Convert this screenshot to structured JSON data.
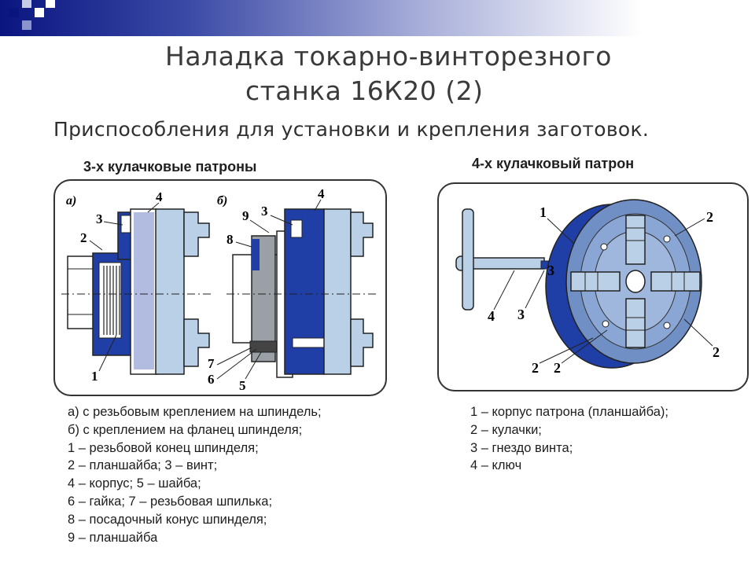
{
  "title": {
    "line1": "Наладка токарно-винторезного",
    "line2": "станка 16К20 (2)"
  },
  "subtitle": "Приспособления для установки и крепления заготовок.",
  "left_section": {
    "heading": "3-х кулачковые патроны",
    "fig_a_label": "а)",
    "fig_b_label": "б)",
    "callouts": {
      "a1": "1",
      "a2": "2",
      "a3": "3",
      "a4": "4",
      "b3": "3",
      "b4": "4",
      "b5": "5",
      "b6": "6",
      "b7": "7",
      "b8": "8",
      "b9": "9"
    },
    "legend": [
      "а) с резьбовым креплением на шпиндель;",
      "б) с креплением на фланец шпинделя;",
      "1 – резьбовой конец шпинделя;",
      "2 – планшайба; 3 – винт;",
      "4 – корпус; 5 – шайба;",
      "6 – гайка; 7 – резьбовая шпилька;",
      "8 – посадочный конус шпинделя;",
      "9 – планшайба"
    ]
  },
  "right_section": {
    "heading": "4-х кулачковый патрон",
    "callouts": {
      "c1": "1",
      "c2_top": "2",
      "c2_right": "2",
      "c2_bl": "2",
      "c2_bm": "2",
      "c3_left": "3",
      "c3_mid": "3",
      "c4": "4"
    },
    "legend": [
      "1 – корпус патрона (планшайба);",
      "2 – кулачки;",
      "3 – гнездо винта;",
      "4 – ключ"
    ]
  },
  "colors": {
    "blue": "#1f3fa6",
    "light_blue": "#b9d0e6",
    "dark": "#222222",
    "topbar": "#0a1580"
  }
}
